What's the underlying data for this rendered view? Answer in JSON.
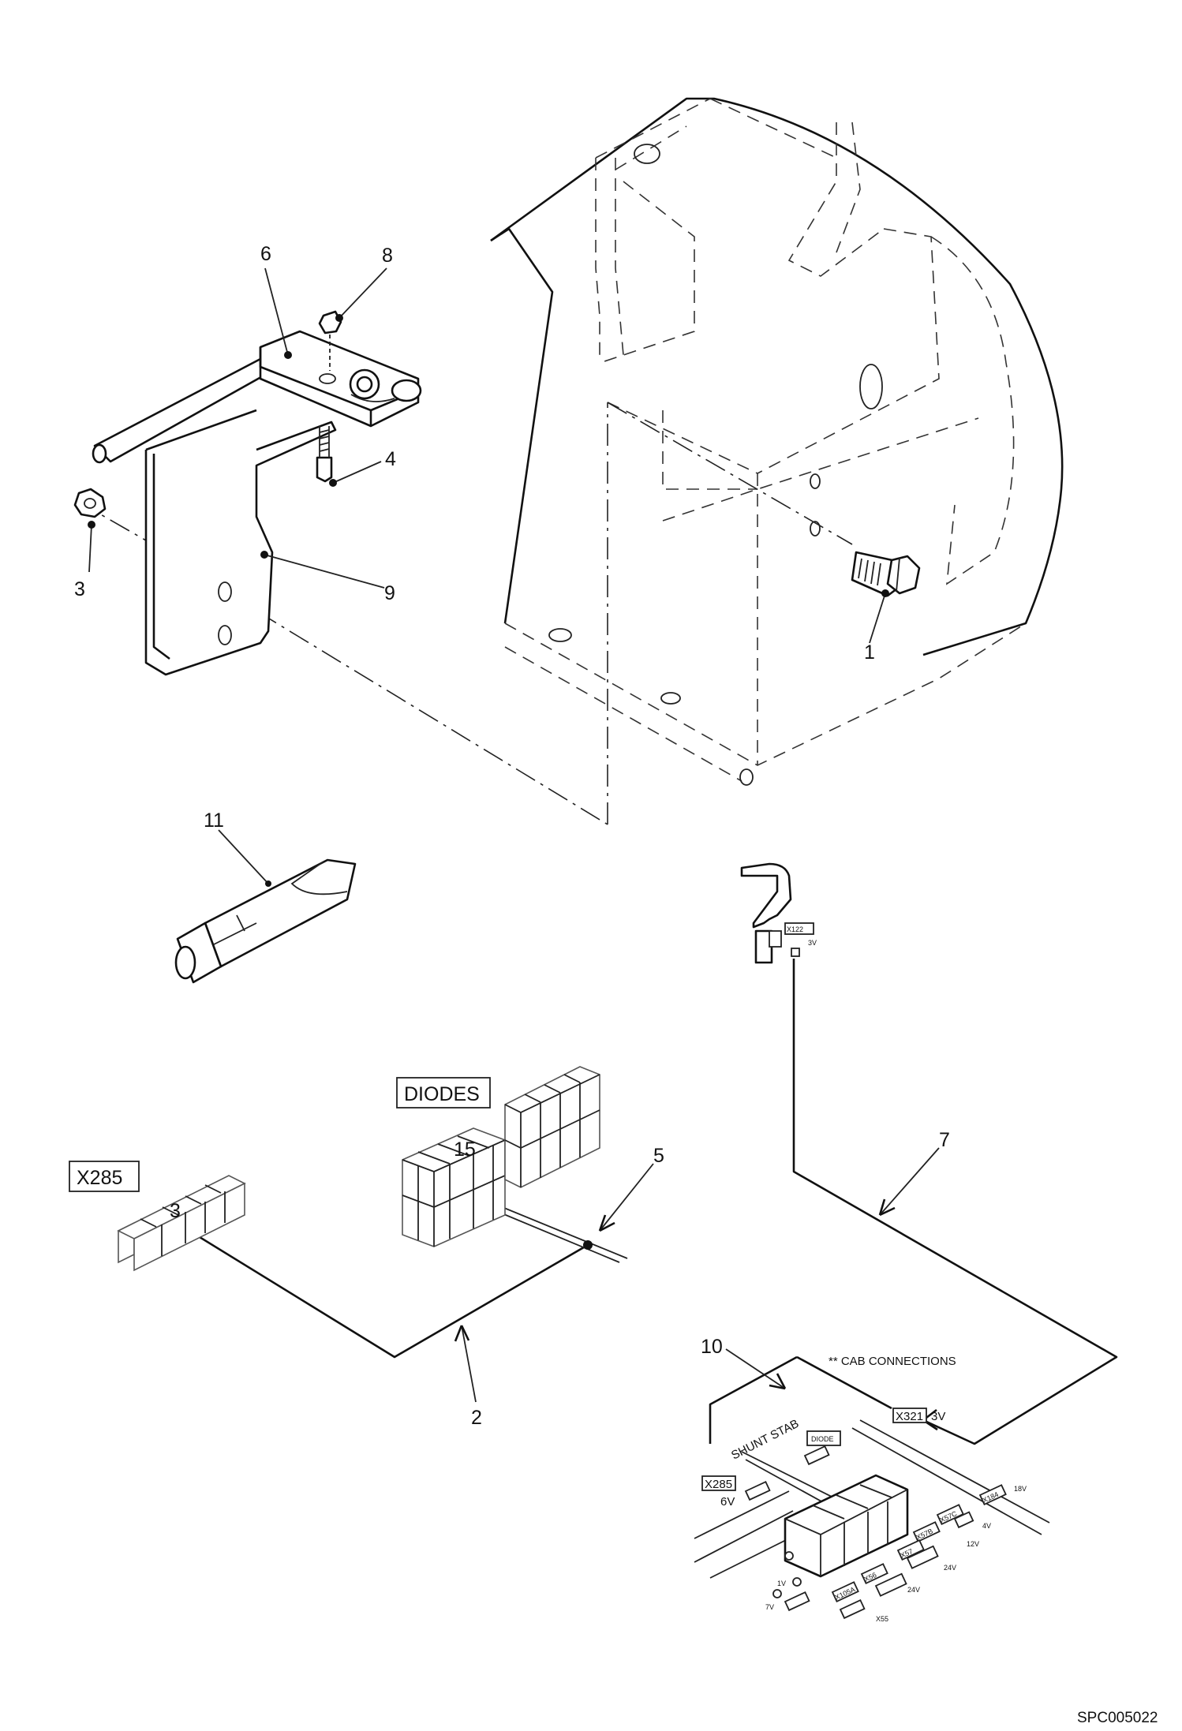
{
  "callouts": {
    "c1": "1",
    "c2": "2",
    "c3a": "3",
    "c3b": "3",
    "c4": "4",
    "c5": "5",
    "c6": "6",
    "c7": "7",
    "c8": "8",
    "c9": "9",
    "c10": "10",
    "c11": "11",
    "c15": "15"
  },
  "boxes": {
    "x285": "X285",
    "diodes": "DIODES"
  },
  "cab": {
    "title": "** CAB CONNECTIONS",
    "x321": "X321",
    "x321_v": "3V",
    "shunt": "SHUNT STAB",
    "diode": "DIODE",
    "x285": "X285",
    "x285_v": "6V",
    "x184": "X184",
    "x184_v": "18V",
    "x57c": "X57C",
    "x57c_v": "4V",
    "x57b": "X57B",
    "x57b_v": "12V",
    "x57": "X57",
    "x57_v": "24V",
    "x56": "X56",
    "x56_v": "24V",
    "x105": "X105A",
    "x55": "X55",
    "v1": "1V",
    "v7": "7V"
  },
  "sensor": {
    "x122": "X122",
    "x122_v": "3V"
  },
  "drawing_id": "SPC005022"
}
